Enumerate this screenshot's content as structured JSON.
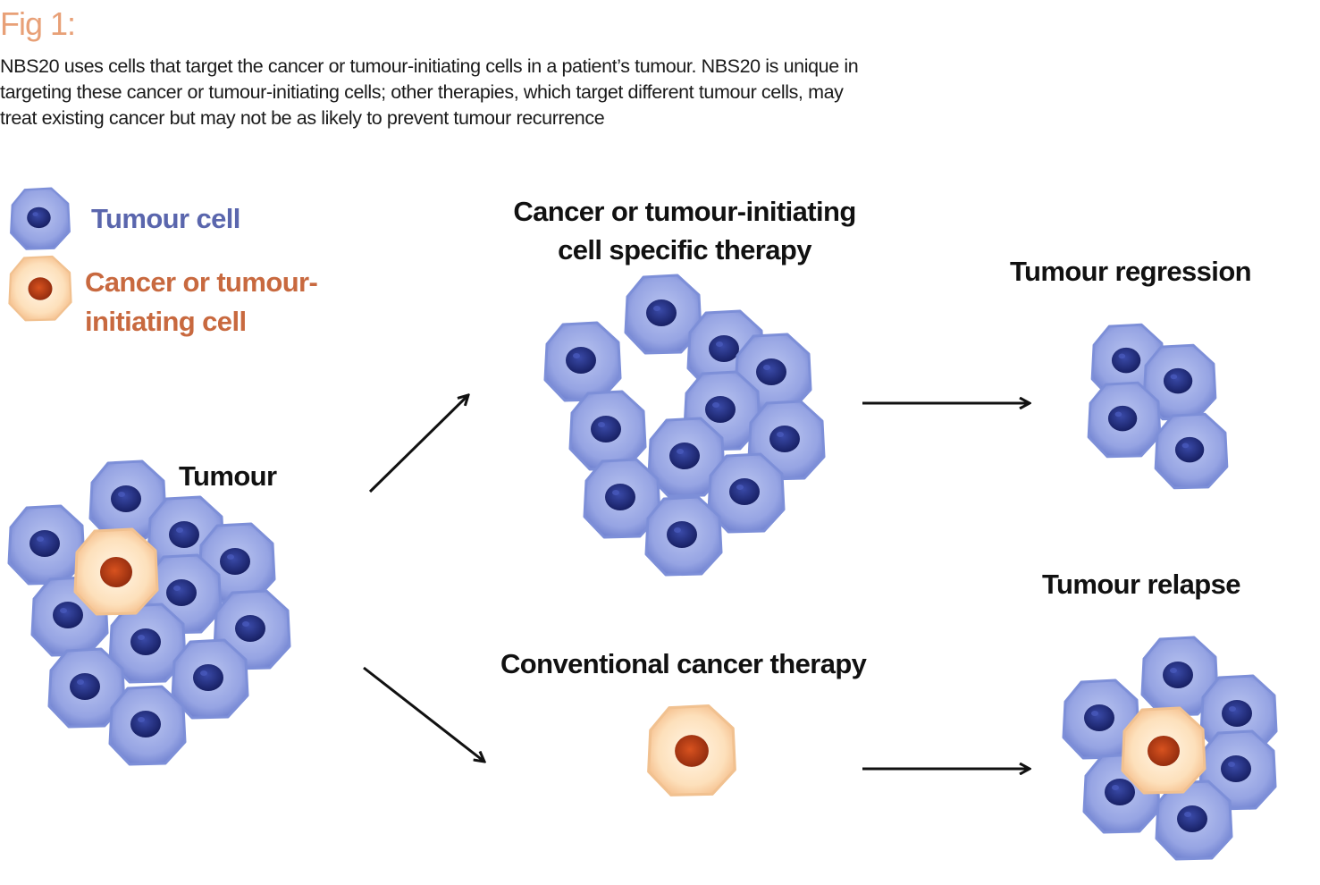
{
  "figure": {
    "title": "Fig 1:",
    "caption": "NBS20 uses cells that target the cancer or tumour-initiating cells in a patient’s tumour. NBS20 is unique in targeting these cancer or tumour-initiating cells; other therapies, which target different tumour cells, may treat existing cancer but may not be as likely to prevent tumour recurrence"
  },
  "legend": {
    "tumour_cell": "Tumour cell",
    "cic_line1": "Cancer or tumour-",
    "cic_line2": "initiating cell"
  },
  "labels": {
    "tumour": "Tumour",
    "specific_line1": "Cancer or tumour-initiating",
    "specific_line2": "cell specific therapy",
    "regression": "Tumour regression",
    "relapse": "Tumour relapse",
    "conventional": "Conventional cancer therapy"
  },
  "colors": {
    "tumour_cell": "#8f9edf",
    "tumour_nucleus": "#1e2a78",
    "cic_cell": "#fbe2c2",
    "cic_nucleus": "#b23a12",
    "legend_tumour_text": "#5a66ad",
    "legend_cic_text": "#c8693f",
    "title": "#e8a077"
  },
  "icons": [
    "tumour-cell-icon",
    "cancer-initiating-cell-icon",
    "arrow-icon"
  ]
}
